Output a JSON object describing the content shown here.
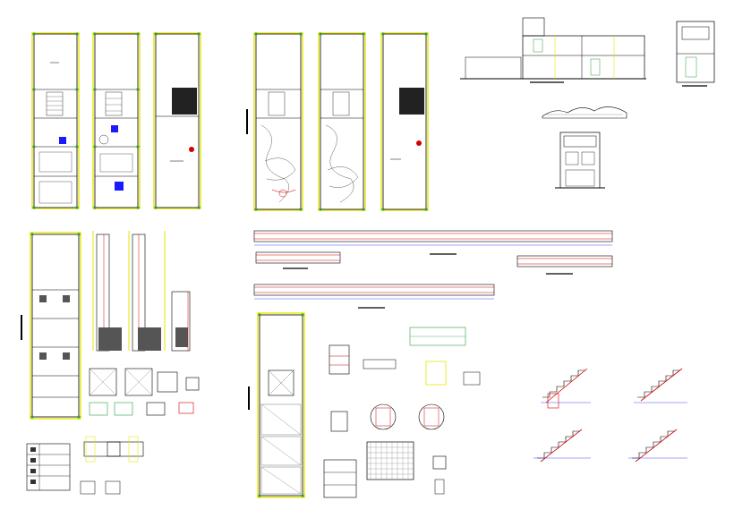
{
  "sheet": {
    "background": "#ffffff",
    "colors": {
      "outline": "#000000",
      "axis_grid": "#e6e600",
      "axis_node": "#2f9e3a",
      "dimension": "#1a1aff",
      "rebar": "#d40000",
      "sanitary": "#00a3d9",
      "electrical": "#333333",
      "hatch": "#555555"
    }
  },
  "floor_plans": [
    {
      "name": "architecture-plan-1"
    },
    {
      "name": "architecture-plan-2"
    },
    {
      "name": "architecture-plan-roof"
    },
    {
      "name": "installations-plan-1"
    },
    {
      "name": "installations-plan-2"
    },
    {
      "name": "installations-plan-roof"
    }
  ],
  "elevations": [
    {
      "name": "longitudinal-section"
    },
    {
      "name": "side-section"
    },
    {
      "name": "front-elevation"
    }
  ],
  "structure": {
    "beams": [
      "beam-detail-long-1",
      "beam-detail-short-1",
      "beam-detail-long-2",
      "beam-detail-short-2"
    ],
    "stair_details": [
      "stair-detail-1",
      "stair-detail-2",
      "stair-detail-3",
      "stair-detail-4"
    ]
  }
}
